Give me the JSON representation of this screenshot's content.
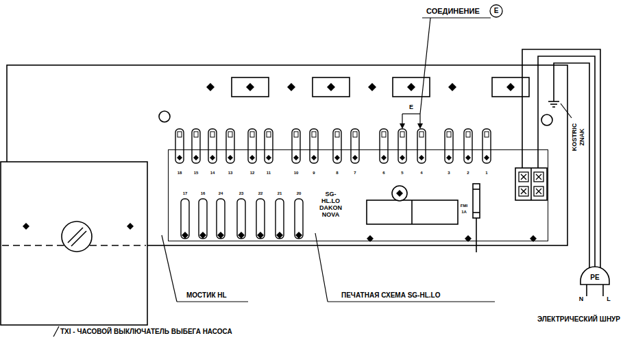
{
  "diagram": {
    "nodes": [
      {
        "text": [
          "SG-HL.LO DAKON NOVA"
        ]
      },
      {
        "text": [
          "PE"
        ]
      }
    ],
    "labels": [
      "СОЕДИНЕНИЕ",
      "E",
      "E",
      "KOSTRIC",
      "ZNAK",
      "18",
      "15",
      "14",
      "13",
      "12",
      "11",
      "10",
      "9",
      "8",
      "7",
      "6",
      "5",
      "4",
      "3",
      "2",
      "1",
      "17",
      "16",
      "24",
      "23",
      "22",
      "21",
      "20",
      "FMI",
      "1A",
      "МОСТИК HL",
      "ПЕЧАТНАЯ СХЕМА SG-HL.LO",
      "TXI - ЧАСОВОЙ ВЫКЛЮЧАТЕЛЬ ВЫБЕГА НАСОСА",
      "N",
      "L",
      "ЭЛЕКТРИЧЕСКИЙ ШНУР"
    ]
  }
}
